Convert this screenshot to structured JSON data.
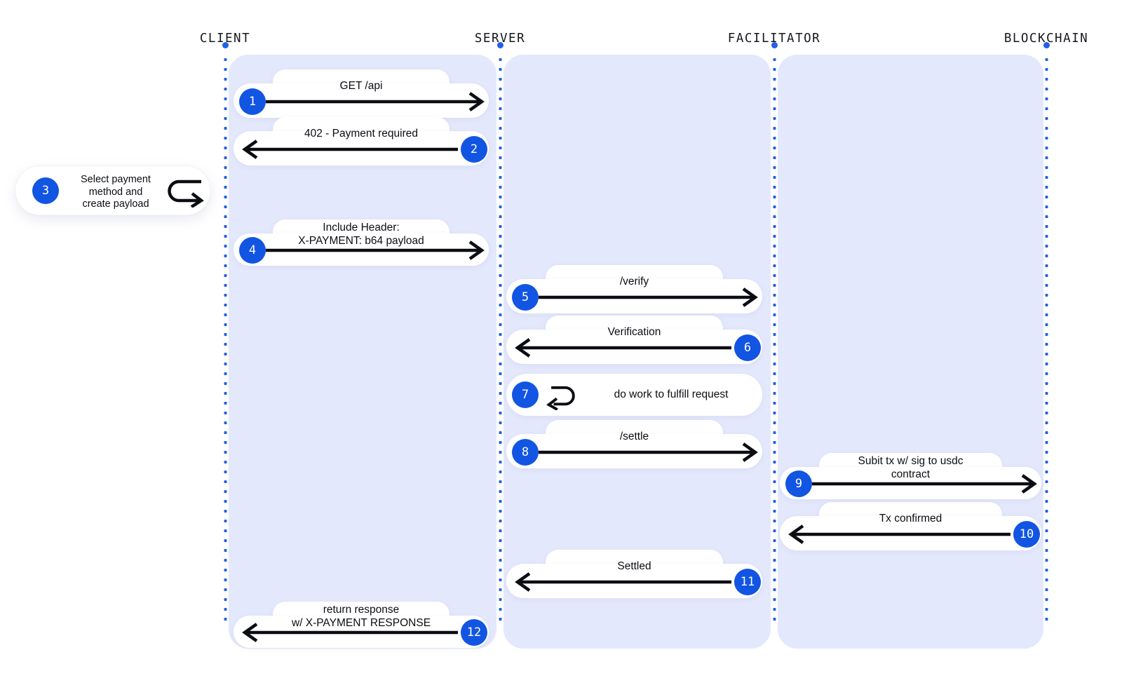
{
  "diagram": {
    "type": "sequence",
    "actors": [
      {
        "name": "CLIENT"
      },
      {
        "name": "SERVER"
      },
      {
        "name": "FACILITATOR"
      },
      {
        "name": "BLOCKCHAIN"
      }
    ],
    "messages": [
      {
        "num": "1",
        "from": "CLIENT",
        "to": "SERVER",
        "direction": "right",
        "lines": [
          "GET /api"
        ]
      },
      {
        "num": "2",
        "from": "SERVER",
        "to": "CLIENT",
        "direction": "left",
        "lines": [
          "402 - Payment required"
        ]
      },
      {
        "num": "3",
        "from": "CLIENT",
        "to": "CLIENT",
        "direction": "note",
        "lines": [
          "Select payment",
          "method and",
          "create payload"
        ]
      },
      {
        "num": "4",
        "from": "CLIENT",
        "to": "SERVER",
        "direction": "right",
        "lines": [
          "Include Header:",
          "X-PAYMENT: b64 payload"
        ]
      },
      {
        "num": "5",
        "from": "SERVER",
        "to": "FACILITATOR",
        "direction": "right",
        "lines": [
          "/verify"
        ]
      },
      {
        "num": "6",
        "from": "FACILITATOR",
        "to": "SERVER",
        "direction": "left",
        "lines": [
          "Verification"
        ]
      },
      {
        "num": "7",
        "from": "SERVER",
        "to": "SERVER",
        "direction": "self",
        "lines": [
          "do work to fulfill request"
        ]
      },
      {
        "num": "8",
        "from": "SERVER",
        "to": "FACILITATOR",
        "direction": "right",
        "lines": [
          "/settle"
        ]
      },
      {
        "num": "9",
        "from": "FACILITATOR",
        "to": "BLOCKCHAIN",
        "direction": "right",
        "lines": [
          "Subit tx w/ sig to usdc",
          "contract"
        ]
      },
      {
        "num": "10",
        "from": "BLOCKCHAIN",
        "to": "FACILITATOR",
        "direction": "left",
        "lines": [
          "Tx confirmed"
        ]
      },
      {
        "num": "11",
        "from": "FACILITATOR",
        "to": "SERVER",
        "direction": "left",
        "lines": [
          "Settled"
        ]
      },
      {
        "num": "12",
        "from": "SERVER",
        "to": "CLIENT",
        "direction": "left",
        "lines": [
          "return response",
          "w/ X-PAYMENT RESPONSE"
        ]
      }
    ],
    "colors": {
      "accent": "#1155e2",
      "dot": "#2160e8",
      "panel": "#e3e8fc",
      "ink": "#0b0d12",
      "bubble": "#ffffff"
    }
  }
}
